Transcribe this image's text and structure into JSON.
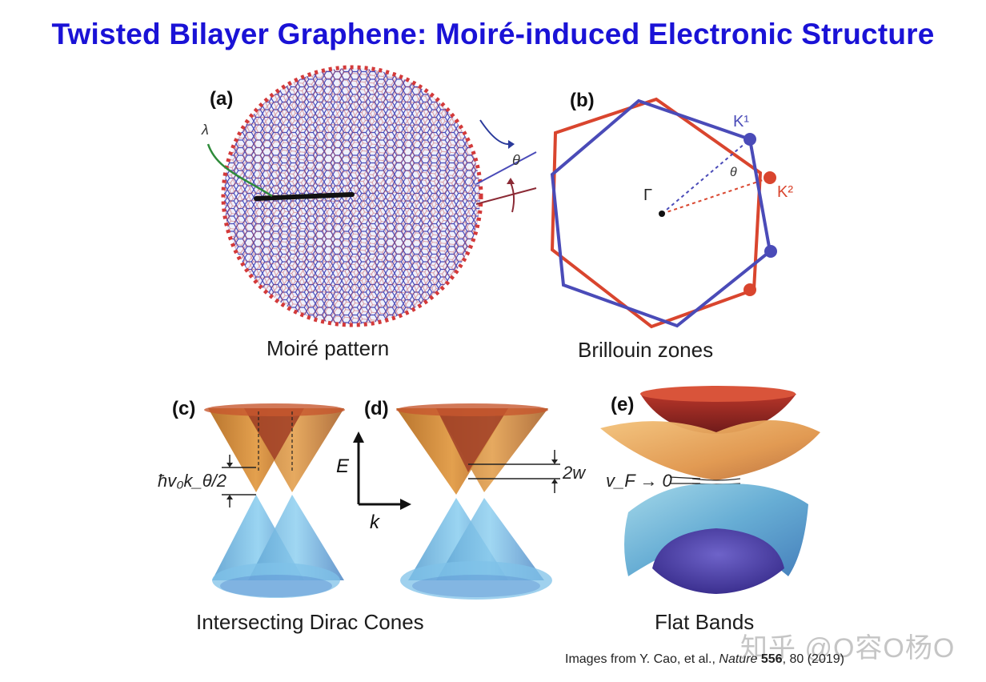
{
  "title": "Twisted Bilayer Graphene:  Moiré-induced Electronic Structure",
  "panels": {
    "a": {
      "letter": "(a)",
      "caption": "Moiré pattern",
      "lambda_label": "λ",
      "theta_label": "θ"
    },
    "b": {
      "letter": "(b)",
      "caption": "Brillouin zones",
      "gamma_label": "Γ",
      "theta_label": "θ",
      "k1_label": "K¹",
      "k2_label": "K²"
    },
    "c": {
      "letter": "(c)",
      "energy_label": "ħv₀k_θ/2"
    },
    "d": {
      "letter": "(d)",
      "axis_e": "E",
      "axis_k": "k",
      "gap_label": "2w"
    },
    "e": {
      "letter": "(e)",
      "caption": "Flat Bands",
      "vf_label": "v_F → 0"
    },
    "cd_caption": "Intersecting Dirac Cones"
  },
  "citation": {
    "prefix": "Images from Y. Cao, et al., ",
    "journal": "Nature",
    "volume": "556",
    "suffix": ", 80 (2019)"
  },
  "watermark": "知乎 @O容O杨O",
  "colors": {
    "title": "#1a12d6",
    "blue_lattice": "#4a4bb8",
    "red_lattice": "#d9452e",
    "cone_orange": "#d98a3a",
    "cone_blue": "#6fb3e0"
  }
}
